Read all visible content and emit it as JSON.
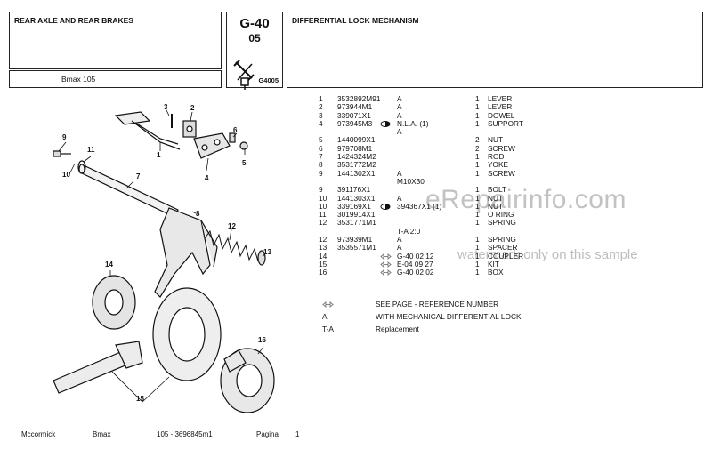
{
  "header": {
    "section_title": "REAR AXLE AND REAR BRAKES",
    "model": "Bmax  105",
    "group_code": "G-40",
    "group_sub": "05",
    "figure_code": "G4005",
    "group_title": "DIFFERENTIAL LOCK MECHANISM"
  },
  "parts": [
    {
      "pos": "1",
      "ref": "3532892M91",
      "icon": "",
      "note": "A",
      "qty": "1",
      "desc": "LEVER"
    },
    {
      "pos": "2",
      "ref": "973944M1",
      "icon": "",
      "note": "A",
      "qty": "1",
      "desc": "LEVER"
    },
    {
      "pos": "3",
      "ref": "339071X1",
      "icon": "",
      "note": "A",
      "qty": "1",
      "desc": "DOWEL"
    },
    {
      "pos": "4",
      "ref": "973945M3",
      "icon": "nla",
      "note": "N.L.A.  (1)",
      "qty": "1",
      "desc": "SUPPORT"
    },
    {
      "pos": "",
      "ref": "",
      "icon": "",
      "note": "A",
      "qty": "",
      "desc": ""
    },
    {
      "pos": "5",
      "ref": "1440099X1",
      "icon": "",
      "note": "",
      "qty": "2",
      "desc": "NUT"
    },
    {
      "pos": "6",
      "ref": "979708M1",
      "icon": "",
      "note": "",
      "qty": "2",
      "desc": "SCREW"
    },
    {
      "pos": "7",
      "ref": "1424324M2",
      "icon": "",
      "note": "",
      "qty": "1",
      "desc": "ROD"
    },
    {
      "pos": "8",
      "ref": "3531772M2",
      "icon": "",
      "note": "",
      "qty": "1",
      "desc": "YOKE"
    },
    {
      "pos": "9",
      "ref": "1441302X1",
      "icon": "",
      "note": "A",
      "qty": "1",
      "desc": "SCREW"
    },
    {
      "pos": "",
      "ref": "",
      "icon": "",
      "note": "M10X30",
      "qty": "",
      "desc": ""
    },
    {
      "pos": "9",
      "ref": "391176X1",
      "icon": "",
      "note": "",
      "qty": "1",
      "desc": "BOLT"
    },
    {
      "pos": "10",
      "ref": "1441303X1",
      "icon": "",
      "note": "A",
      "qty": "1",
      "desc": "NUT"
    },
    {
      "pos": "10",
      "ref": "339169X1",
      "icon": "nla",
      "note": "394367X1  (1)",
      "qty": "1",
      "desc": "NUT"
    },
    {
      "pos": "11",
      "ref": "3019914X1",
      "icon": "",
      "note": "",
      "qty": "1",
      "desc": "O RING"
    },
    {
      "pos": "12",
      "ref": "3531771M1",
      "icon": "",
      "note": "",
      "qty": "1",
      "desc": "SPRING"
    },
    {
      "pos": "",
      "ref": "",
      "icon": "",
      "note": "T-A 2:0",
      "qty": "",
      "desc": ""
    },
    {
      "pos": "12",
      "ref": "973939M1",
      "icon": "",
      "note": "A",
      "qty": "1",
      "desc": "SPRING"
    },
    {
      "pos": "13",
      "ref": "3535571M1",
      "icon": "",
      "note": "A",
      "qty": "1",
      "desc": "SPACER"
    },
    {
      "pos": "14",
      "ref": "",
      "icon": "see",
      "note": "G-40  02  12",
      "qty": "1",
      "desc": "COUPLER"
    },
    {
      "pos": "15",
      "ref": "",
      "icon": "see",
      "note": "E-04  09  27",
      "qty": "1",
      "desc": "KIT"
    },
    {
      "pos": "16",
      "ref": "",
      "icon": "see",
      "note": "G-40  02  02",
      "qty": "1",
      "desc": "BOX"
    }
  ],
  "legend": [
    {
      "symbol": "",
      "icon": "see",
      "text": "SEE PAGE - REFERENCE NUMBER"
    },
    {
      "symbol": "A",
      "icon": "",
      "text": "WITH MECHANICAL DIFFERENTIAL LOCK"
    },
    {
      "symbol": "T-A",
      "icon": "",
      "text": "Replacement"
    }
  ],
  "footer": {
    "brand": "Mccormick",
    "model": "Bmax",
    "page_ref": "105 - 3696845m1",
    "page_label": "Pagina",
    "page_number": "1"
  },
  "watermark": {
    "site": "eRepairinfo.com",
    "note": "watermark only on this sample"
  },
  "callouts": [
    "1",
    "2",
    "3",
    "4",
    "5",
    "6",
    "7",
    "8",
    "9",
    "10",
    "11",
    "12",
    "13",
    "14",
    "15",
    "16"
  ]
}
